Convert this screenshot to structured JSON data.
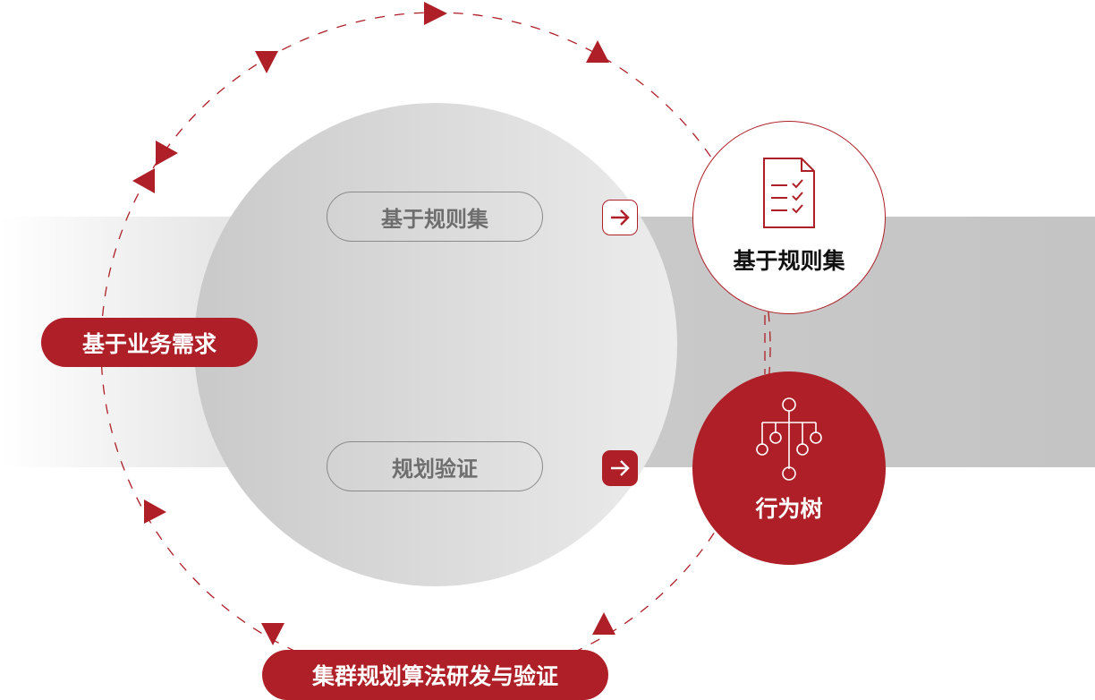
{
  "colors": {
    "accent": "#ae1f27",
    "gray_text": "#6e6e6e"
  },
  "left_pill": "基于业务需求",
  "bottom_pill": "集群规划算法研发与验证",
  "inner": {
    "top_label": "基于规则集",
    "bottom_label": "规划验证"
  },
  "nodes": [
    {
      "label": "基于规则集",
      "icon": "checklist-document-icon"
    },
    {
      "label": "行为树",
      "icon": "behavior-tree-icon"
    }
  ]
}
